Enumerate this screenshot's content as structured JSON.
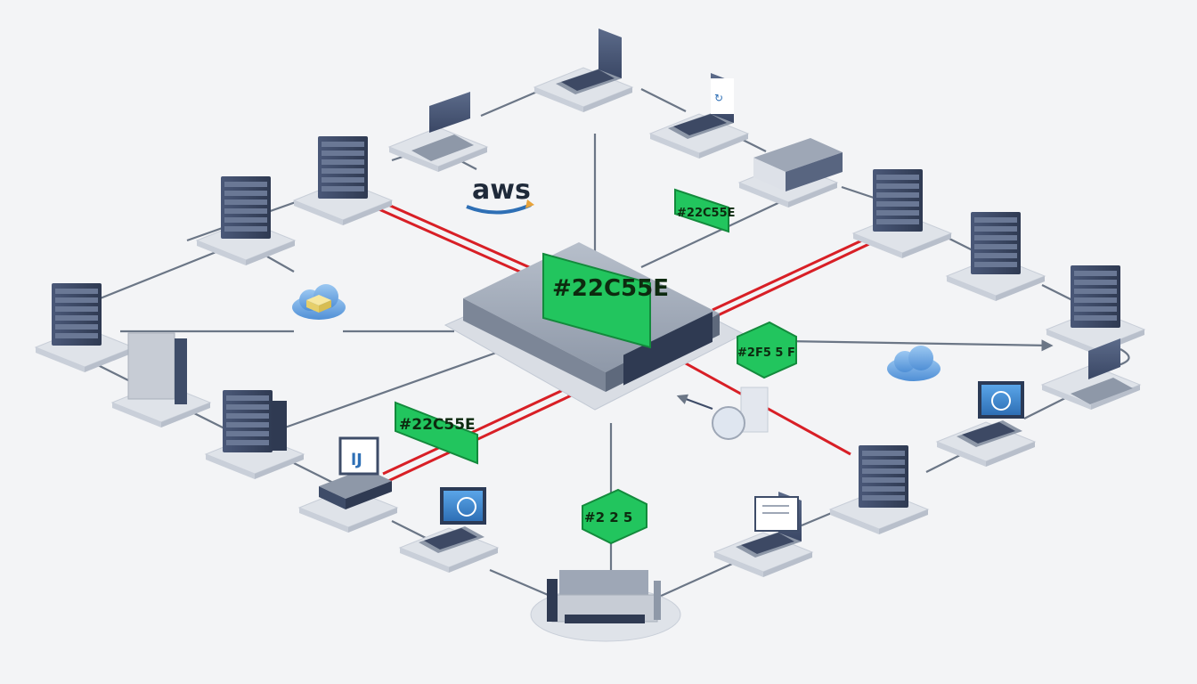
{
  "labels": {
    "aws": "aws",
    "hub_tag": "#22C55E",
    "tag_upper_right": "#22C55E",
    "tag_right": "#2F5 5 F",
    "tag_lower_left": "#22C55E",
    "tag_bottom": "#2 2 5"
  },
  "colors": {
    "background": "#f3f4f6",
    "link": "#6b7686",
    "flow_arrow": "#d81f26",
    "tag_green": "#22C55E",
    "device_dark": "#3e4c68",
    "platform": "#dfe3e9"
  },
  "icons": [
    "server-icon",
    "laptop-icon",
    "monitor-icon",
    "switch-icon",
    "router-icon",
    "cloud-icon",
    "aws-logo"
  ]
}
